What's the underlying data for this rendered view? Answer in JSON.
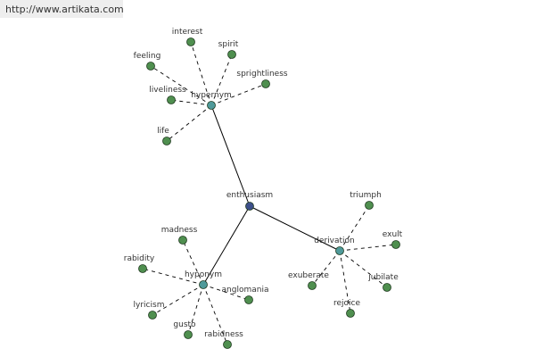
{
  "header": {
    "url": "http://www.artikata.com"
  },
  "colors": {
    "center_node": "#3c4f8a",
    "category_node": "#4f9a9a",
    "leaf_node": "#4f8f4f",
    "node_stroke": "#1f3a1f",
    "edge": "#000000"
  },
  "graph": {
    "center": {
      "label": "enthusiasm"
    },
    "categories": [
      {
        "label": "hypernym",
        "leaves": [
          "interest",
          "spirit",
          "feeling",
          "sprightliness",
          "liveliness",
          "life"
        ]
      },
      {
        "label": "derivation",
        "leaves": [
          "triumph",
          "exult",
          "exuberate",
          "jubilate",
          "rejoice"
        ]
      },
      {
        "label": "hyponym",
        "leaves": [
          "madness",
          "rabidity",
          "anglomania",
          "lyricism",
          "gusto",
          "rabidness"
        ]
      }
    ]
  }
}
